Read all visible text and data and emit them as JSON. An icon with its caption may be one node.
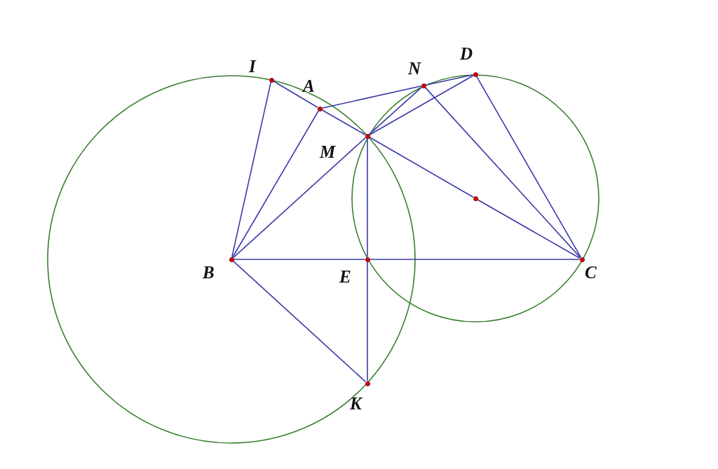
{
  "diagram": {
    "nodes": [
      {
        "text": [],
        "shape": "circle",
        "beside": [
          "D"
        ]
      },
      {
        "text": [],
        "shape": "circle",
        "beside": [
          "I"
        ]
      },
      {
        "text": [],
        "shape": "circle",
        "beside": [
          "N"
        ]
      },
      {
        "text": [],
        "shape": "circle",
        "beside": [
          "A"
        ]
      },
      {
        "text": [],
        "shape": "circle",
        "beside": [
          "M"
        ]
      },
      {
        "text": [],
        "shape": "circle"
      },
      {
        "text": [],
        "shape": "circle",
        "beside": [
          "B"
        ]
      },
      {
        "text": [],
        "shape": "circle",
        "beside": [
          "E"
        ]
      },
      {
        "text": [],
        "shape": "circle",
        "beside": [
          "C"
        ]
      },
      {
        "text": [],
        "shape": "circle",
        "beside": [
          "K"
        ]
      }
    ],
    "edges": [
      {
        "from": 1,
        "to": 6,
        "arrow": "none"
      },
      {
        "from": 1,
        "to": 3,
        "arrow": "none"
      },
      {
        "from": 3,
        "to": 4,
        "arrow": "none"
      },
      {
        "from": 3,
        "to": 2,
        "arrow": "none"
      },
      {
        "from": 2,
        "to": 0,
        "arrow": "none"
      },
      {
        "from": 3,
        "to": 6,
        "arrow": "none"
      },
      {
        "from": 6,
        "to": 4,
        "arrow": "none"
      },
      {
        "from": 6,
        "to": 7,
        "arrow": "none"
      },
      {
        "from": 7,
        "to": 8,
        "arrow": "none"
      },
      {
        "from": 6,
        "to": 9,
        "arrow": "none"
      },
      {
        "from": 4,
        "to": 7,
        "arrow": "none"
      },
      {
        "from": 7,
        "to": 9,
        "arrow": "none"
      },
      {
        "from": 4,
        "to": 2,
        "arrow": "none"
      },
      {
        "from": 4,
        "to": 0,
        "arrow": "none"
      },
      {
        "from": 4,
        "to": 5,
        "arrow": "none"
      },
      {
        "from": 5,
        "to": 8,
        "arrow": "none"
      },
      {
        "from": 2,
        "to": 8,
        "arrow": "none"
      },
      {
        "from": 0,
        "to": 8,
        "arrow": "none"
      }
    ]
  }
}
